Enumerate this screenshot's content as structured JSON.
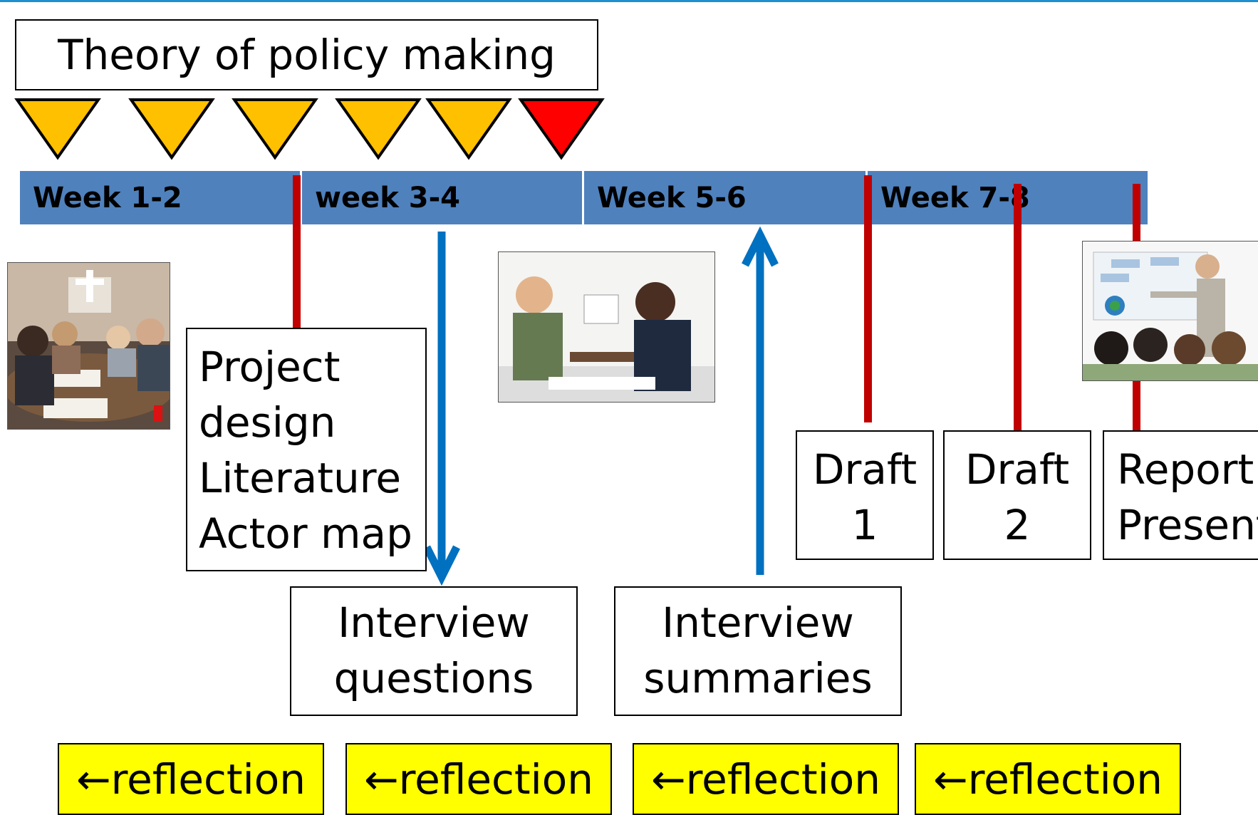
{
  "title": "Theory of policy making",
  "triangles": [
    {
      "color": "#ffc000"
    },
    {
      "color": "#ffc000"
    },
    {
      "color": "#ffc000"
    },
    {
      "color": "#ffc000"
    },
    {
      "color": "#ffc000"
    },
    {
      "color": "#ff0000"
    }
  ],
  "weeks": [
    "Week 1-2",
    "week 3-4",
    "Week 5-6",
    "Week 7-8"
  ],
  "boxes": {
    "project": [
      "Project",
      "design",
      "Literature",
      "Actor map"
    ],
    "interview_questions": [
      "Interview",
      "questions"
    ],
    "interview_summaries": [
      "Interview",
      "summaries"
    ],
    "draft1": [
      "Draft",
      "1"
    ],
    "draft2": [
      "Draft",
      "2"
    ],
    "report": [
      "Report",
      "Present"
    ]
  },
  "reflections": [
    "←reflection",
    "←reflection",
    "←reflection",
    "←reflection"
  ],
  "photos": [
    "students-studying-photo",
    "interview-handshake-photo",
    "presentation-photo"
  ],
  "colors": {
    "week_bar": "#4f81bd",
    "milestone_line": "#c00000",
    "arrow": "#0070c0",
    "reflection": "#ffff00",
    "triangle_yellow": "#ffc000",
    "triangle_red": "#ff0000"
  }
}
